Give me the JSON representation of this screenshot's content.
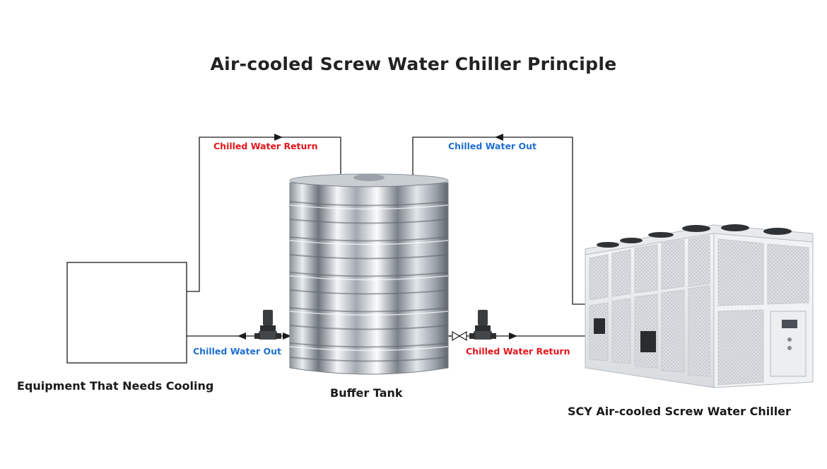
{
  "title": "Air-cooled Screw Water Chiller Principle",
  "nodes": {
    "equipment": "Equipment That Needs Cooling",
    "tank": "Buffer Tank",
    "chiller": "SCY Air-cooled Screw Water Chiller"
  },
  "flows": {
    "top_left": "Chilled Water Return",
    "top_right": "Chilled Water Out",
    "bottom_left": "Chilled Water Out",
    "bottom_right": "Chilled Water Return"
  },
  "colors": {
    "return": "#e3161c",
    "out": "#1f6fd1",
    "pipe": "#1a1a1a"
  }
}
